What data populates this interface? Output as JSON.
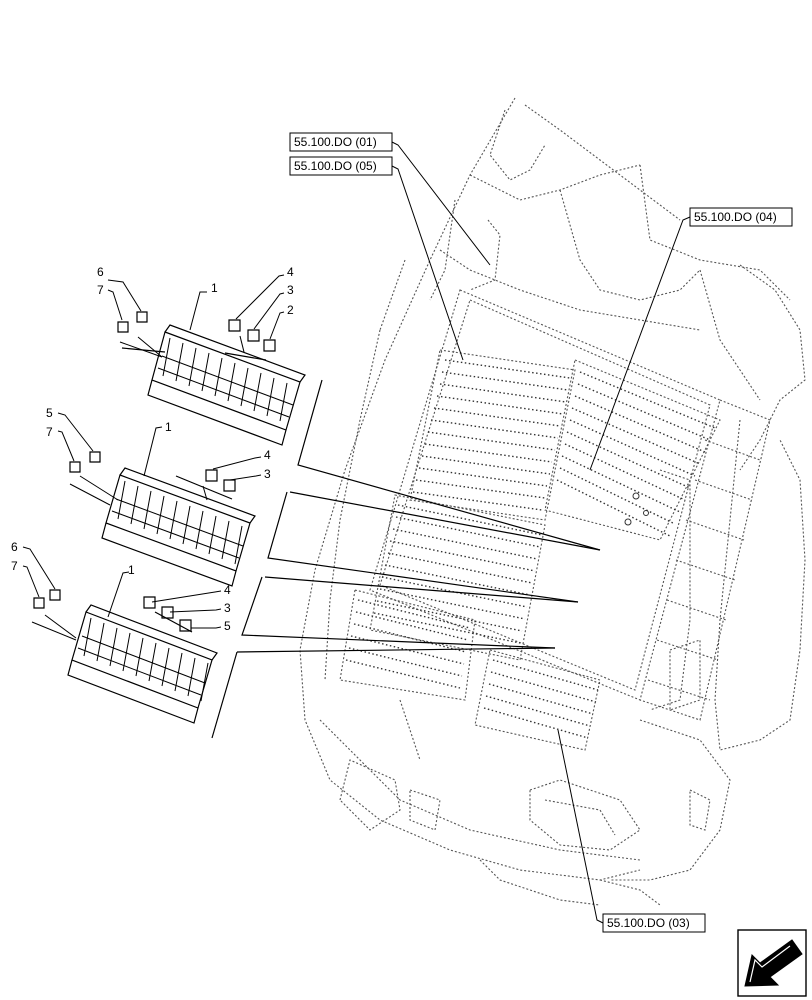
{
  "references": {
    "do01": "55.100.DO (01)",
    "do05": "55.100.DO (05)",
    "do04": "55.100.DO (04)",
    "do03": "55.100.DO (03)"
  },
  "groups": [
    {
      "unit": "1",
      "left_parts": [
        "6",
        "7"
      ],
      "right_parts": [
        "4",
        "3",
        "2"
      ]
    },
    {
      "unit": "1",
      "left_parts": [
        "5",
        "7"
      ],
      "right_parts": [
        "4",
        "3"
      ]
    },
    {
      "unit": "1",
      "left_parts": [
        "6",
        "7"
      ],
      "right_parts": [
        "4",
        "3",
        "5"
      ]
    }
  ],
  "icons": {
    "nav": "arrow-left-down-icon"
  }
}
